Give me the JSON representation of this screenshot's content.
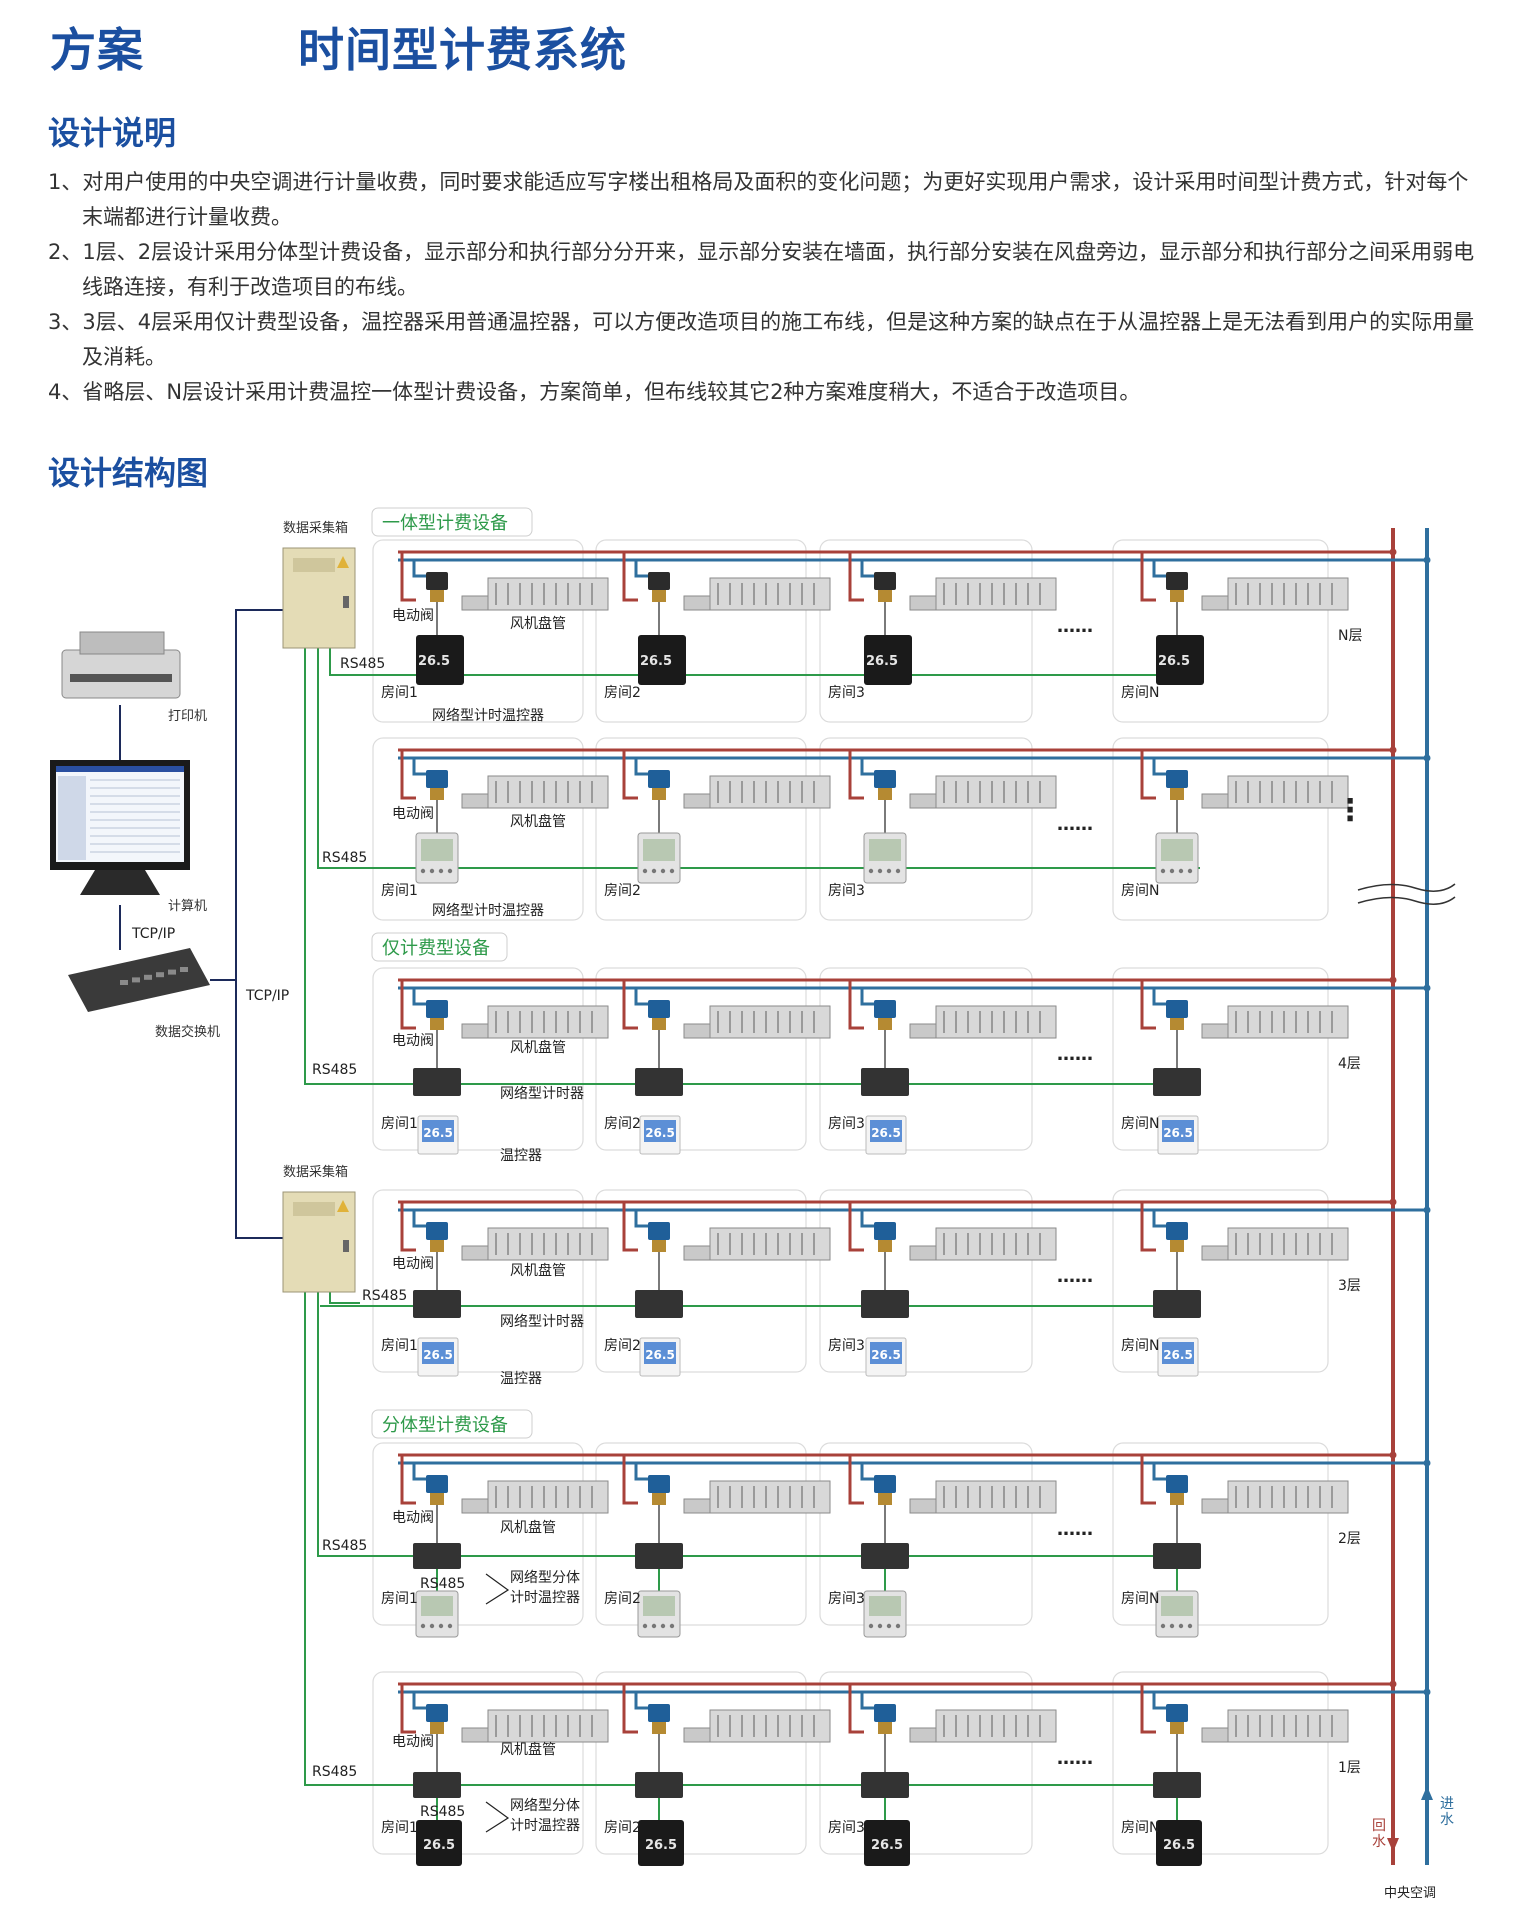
{
  "header": {
    "title_left": "方案",
    "title_right": "时间型计费系统"
  },
  "design_notes": {
    "heading": "设计说明",
    "items": [
      "1、对用户使用的中央空调进行计量收费，同时要求能适应写字楼出租格局及面积的变化问题；为更好实现用户需求，设计采用时间型计费方式，针对每个末端都进行计量收费。",
      "2、1层、2层设计采用分体型计费设备，显示部分和执行部分分开来，显示部分安装在墙面，执行部分安装在风盘旁边，显示部分和执行部分之间采用弱电线路连接，有利于改造项目的布线。",
      "3、3层、4层采用仅计费型设备，温控器采用普通温控器，可以方便改造项目的施工布线，但是这种方案的缺点在于从温控器上是无法看到用户的实际用量及消耗。",
      "4、省略层、N层设计采用计费温控一体型计费设备，方案简单，但布线较其它2种方案难度稍大，不适合于改造项目。"
    ]
  },
  "structure": {
    "heading": "设计结构图",
    "left": {
      "printer": "打印机",
      "computer": "计算机",
      "tcpip_1": "TCP/IP",
      "switch": "数据交换机",
      "tcpip_2": "TCP/IP",
      "collector_top": "数据采集箱",
      "collector_bottom": "数据采集箱"
    },
    "groups": {
      "integrated": "一体型计费设备",
      "billing_only": "仅计费型设备",
      "split": "分体型计费设备"
    },
    "labels": {
      "valve": "电动阀",
      "coil": "风机盘管",
      "rs485": "RS485",
      "net_thermostat": "网络型计时温控器",
      "net_timer": "网络型计时器",
      "thermostat": "温控器",
      "split_l1": "网络型分体",
      "split_l2": "计时温控器",
      "dots": "……"
    },
    "rooms": [
      "房间1",
      "房间2",
      "房间3",
      "房间N"
    ],
    "floors": [
      "N层",
      "",
      "4层",
      "3层",
      "2层",
      "1层"
    ],
    "floor_dots": "⋮",
    "pipes": {
      "return_1": "回",
      "return_2": "水",
      "supply_1": "进",
      "supply_2": "水",
      "central_ac": "中央空调"
    },
    "display_reading": "26.5"
  },
  "colors": {
    "title": "#1b4fa0",
    "return_pipe": "#a8413a",
    "supply_pipe": "#2f6f9e",
    "bus_line": "#2e9a4a",
    "group_label": "#2e9a4a"
  }
}
